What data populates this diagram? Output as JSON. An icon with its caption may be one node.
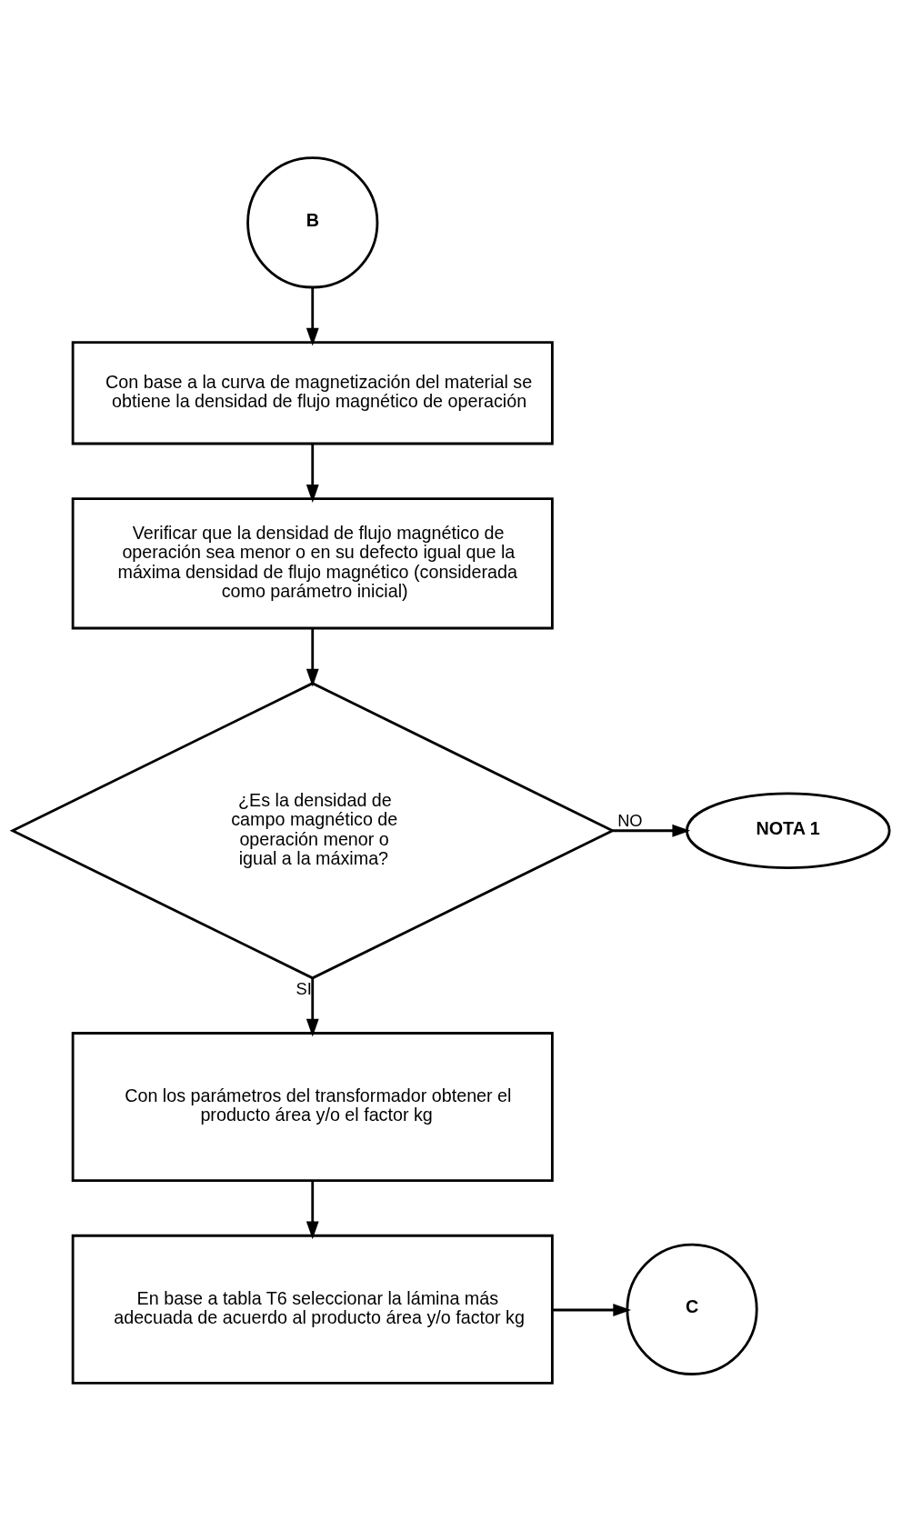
{
  "diagram": {
    "nodes": [
      {
        "text": [
          "B"
        ]
      },
      {
        "text": [
          "Con base a la curva de magnetización del material se obtiene la densidad de flujo magnético de operación"
        ]
      },
      {
        "text": [
          "Verificar que la densidad de flujo magnético de operación sea menor o en su defecto igual que la máxima densidad de flujo magnético (considerada como parámetro inicial)"
        ]
      },
      {
        "text": [
          "¿Es la densidad de campo magnético de operación menor o igual a la máxima?"
        ]
      },
      {
        "text": [
          "NOTA 1"
        ]
      },
      {
        "text": [
          "Con los parámetros del transformador obtener el producto área y/o el factor kg"
        ]
      },
      {
        "text": [
          "En base a tabla T6 seleccionar la lámina más adecuada de acuerdo al producto área y/o factor kg"
        ]
      },
      {
        "text": [
          "C"
        ]
      }
    ],
    "edges": [
      {
        "from": 0,
        "to": 1,
        "arrow": "to"
      },
      {
        "from": 1,
        "to": 2,
        "arrow": "to"
      },
      {
        "from": 2,
        "to": 3,
        "arrow": "to"
      },
      {
        "from": 3,
        "to": 4,
        "label": "NO",
        "arrow": "to"
      },
      {
        "from": 3,
        "to": 5,
        "label": "SI",
        "arrow": "to"
      },
      {
        "from": 5,
        "to": 6,
        "arrow": "to"
      },
      {
        "from": 6,
        "to": 7,
        "arrow": "to"
      }
    ]
  }
}
